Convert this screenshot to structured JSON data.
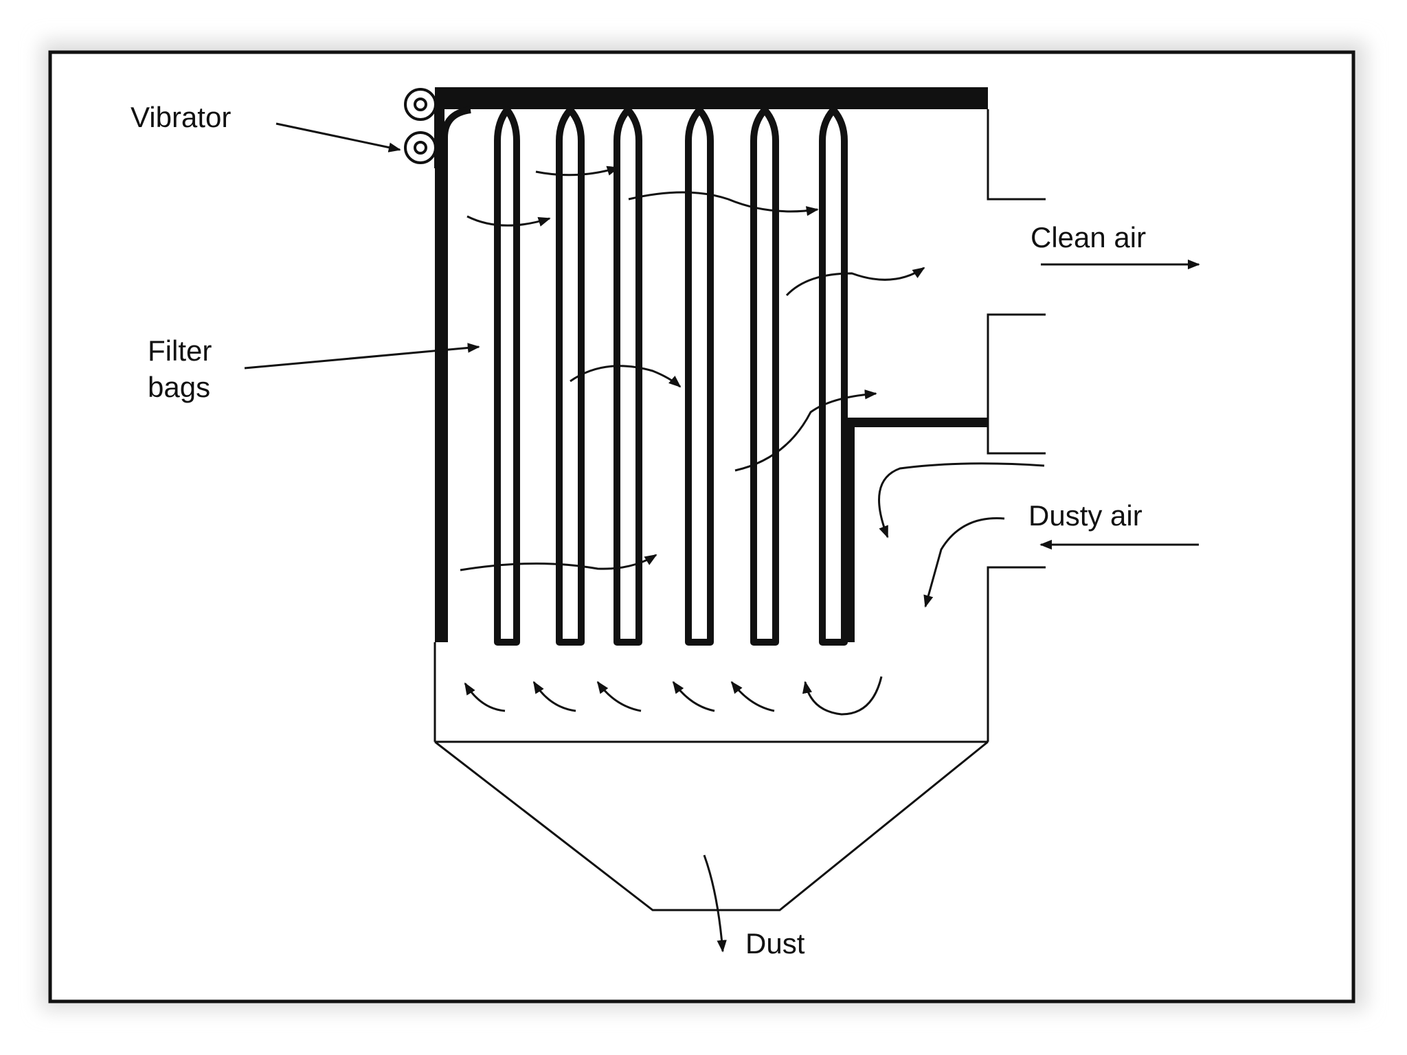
{
  "labels": {
    "vibrator": "Vibrator",
    "filter_line1": "Filter",
    "filter_line2": "bags",
    "clean_air": "Clean air",
    "dusty_air": "Dusty air",
    "dust": "Dust"
  },
  "colors": {
    "ink": "#111111",
    "paper": "#ffffff",
    "frame_shadow": "#d9d9d9"
  }
}
